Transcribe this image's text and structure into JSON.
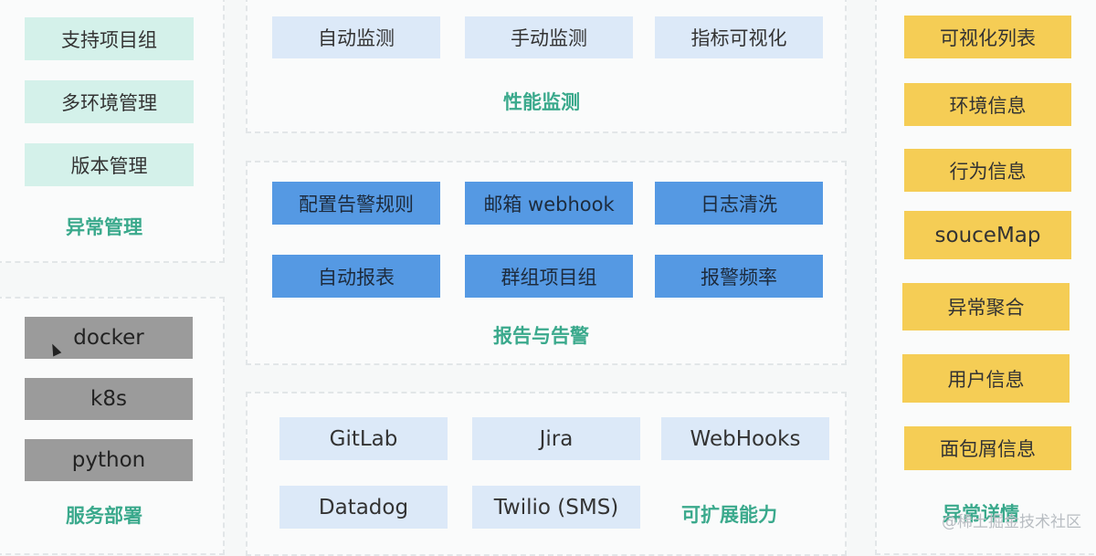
{
  "exception_management": {
    "title": "异常管理",
    "items": [
      "支持项目组",
      "多环境管理",
      "版本管理"
    ]
  },
  "service_deployment": {
    "title": "服务部署",
    "items": [
      "docker",
      "k8s",
      "python"
    ]
  },
  "performance_monitoring": {
    "title": "性能监测",
    "items": [
      "自动监测",
      "手动监测",
      "指标可视化"
    ]
  },
  "reports_alerts": {
    "title": "报告与告警",
    "items": [
      "配置告警规则",
      "邮箱 webhook",
      "日志清洗",
      "自动报表",
      "群组项目组",
      "报警频率"
    ]
  },
  "extensibility": {
    "title": "可扩展能力",
    "items": [
      "GitLab",
      "Jira",
      "WebHooks",
      "Datadog",
      "Twilio (SMS)"
    ]
  },
  "exception_details": {
    "title": "异常详情",
    "items": [
      "可视化列表",
      "环境信息",
      "行为信息",
      "souceMap",
      "异常聚合",
      "用户信息",
      "面包屑信息"
    ]
  },
  "watermark": "@稀土掘金技术社区",
  "colors": {
    "teal_box": "#d4f1ea",
    "gray_box": "#9b9b9b",
    "light_blue_box": "#dce9f8",
    "blue_box": "#5599e3",
    "yellow_box": "#f5cd55",
    "section_title": "#3aa98c"
  }
}
